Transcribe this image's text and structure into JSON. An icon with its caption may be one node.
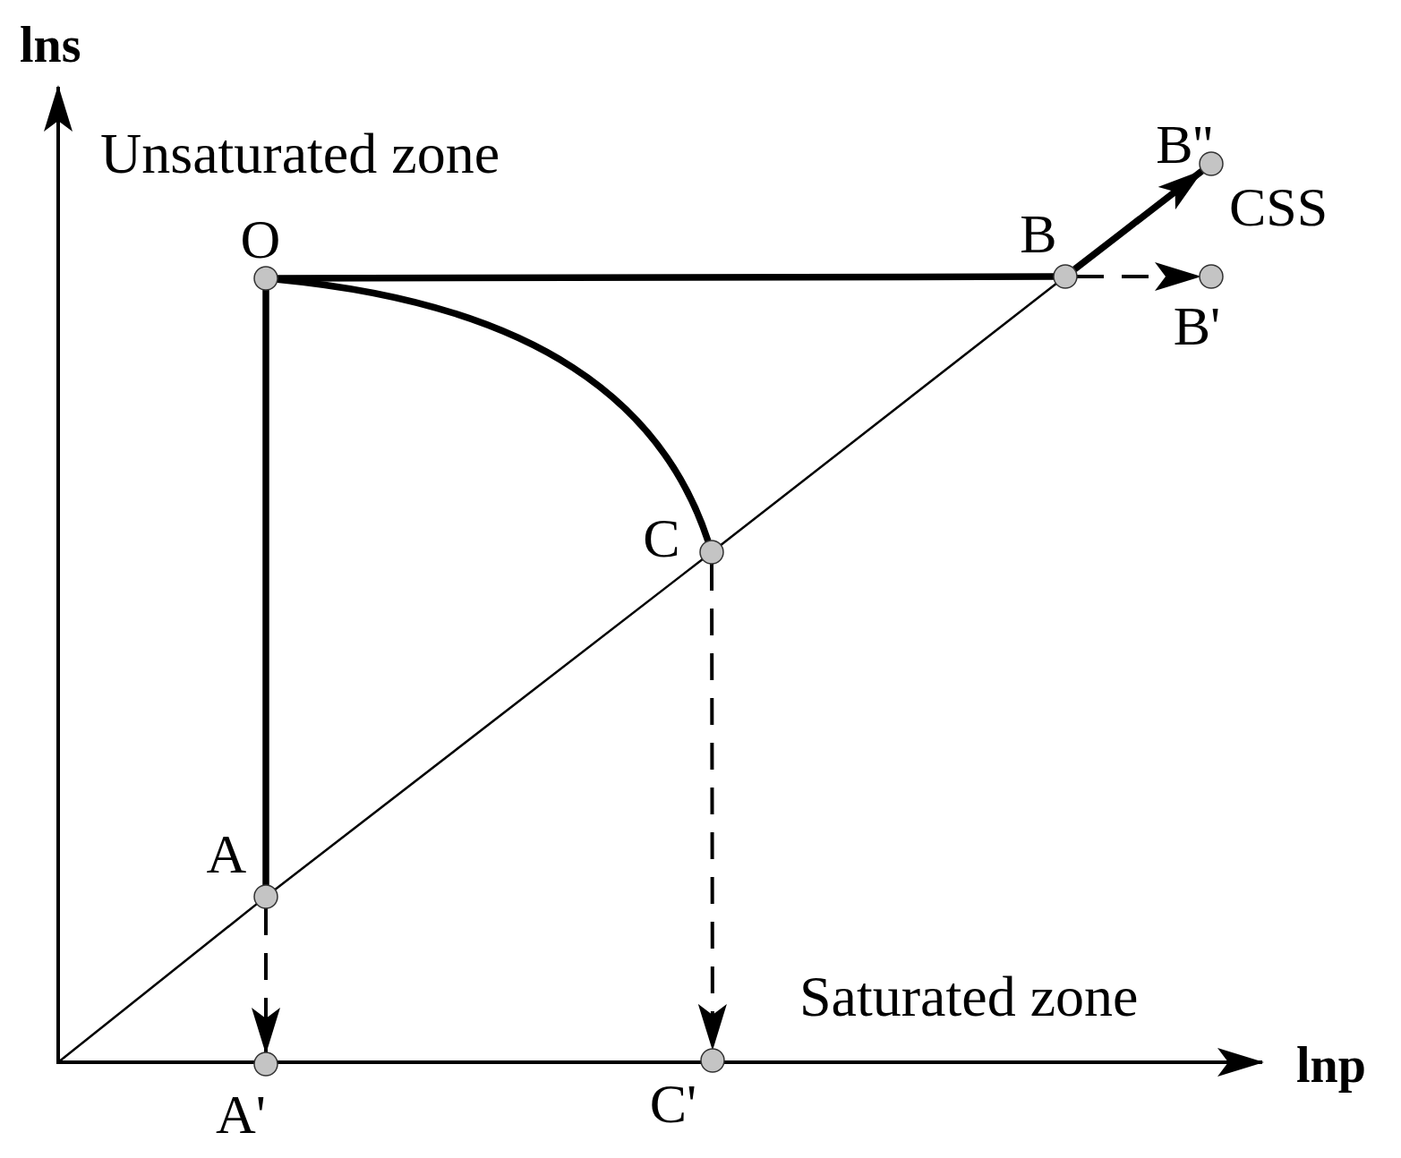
{
  "diagram": {
    "nodes": [
      {
        "text": [
          "B''"
        ]
      },
      {
        "text": [
          "O"
        ]
      },
      {
        "text": [
          "B"
        ]
      },
      {
        "text": [
          "B'"
        ]
      },
      {
        "text": [
          "C"
        ]
      },
      {
        "text": [
          "A"
        ]
      },
      {
        "text": [
          "A'"
        ]
      },
      {
        "text": [
          "C'"
        ]
      }
    ],
    "edges": [
      {
        "from": 1,
        "to": 5,
        "arrow": "none",
        "style": "thick"
      },
      {
        "from": 1,
        "to": 2,
        "arrow": "none",
        "style": "thick"
      },
      {
        "from": 1,
        "to": 4,
        "arrow": "none",
        "style": "thick"
      },
      {
        "from": 5,
        "to": 6,
        "arrow": "to",
        "style": "dashed"
      },
      {
        "from": 4,
        "to": 7,
        "arrow": "to",
        "style": "dashed"
      },
      {
        "from": 2,
        "to": 3,
        "arrow": "to",
        "style": "dashed"
      },
      {
        "from": null,
        "to": 5,
        "arrow": "none"
      },
      {
        "from": 5,
        "to": 4,
        "arrow": "none"
      },
      {
        "from": 4,
        "to": 2,
        "arrow": "none"
      },
      {
        "from": 2,
        "to": 0,
        "arrow": "to",
        "style": "thick"
      }
    ],
    "labels": [
      "lns",
      "Unsaturated zone",
      "CSS",
      "Saturated zone",
      "lnp"
    ]
  }
}
